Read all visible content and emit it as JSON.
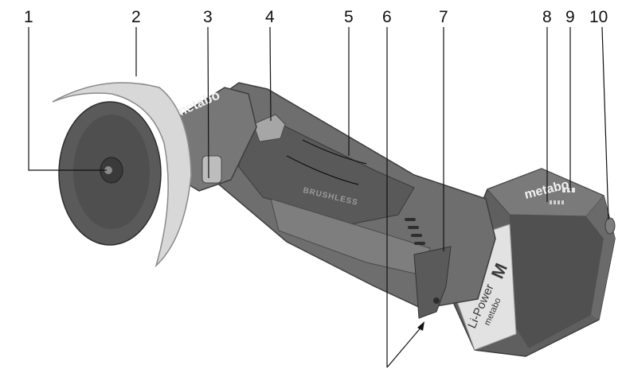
{
  "callouts": [
    {
      "number": "1"
    },
    {
      "number": "2"
    },
    {
      "number": "3"
    },
    {
      "number": "4"
    },
    {
      "number": "5"
    },
    {
      "number": "6"
    },
    {
      "number": "7"
    },
    {
      "number": "8"
    },
    {
      "number": "9"
    },
    {
      "number": "10"
    }
  ],
  "product_labels": {
    "housing_logo": "metabo",
    "motor_label": "BRUSHLESS",
    "battery_logo": "metabo",
    "battery_type": "Li-Power",
    "battery_brand": "metabo",
    "battery_size": "M"
  },
  "colors": {
    "line": "#111111",
    "body_dark": "#6b6b6b",
    "body_mid": "#8c8c8c",
    "guard": "#d8d8d8",
    "disc": "#5a5a5a"
  }
}
